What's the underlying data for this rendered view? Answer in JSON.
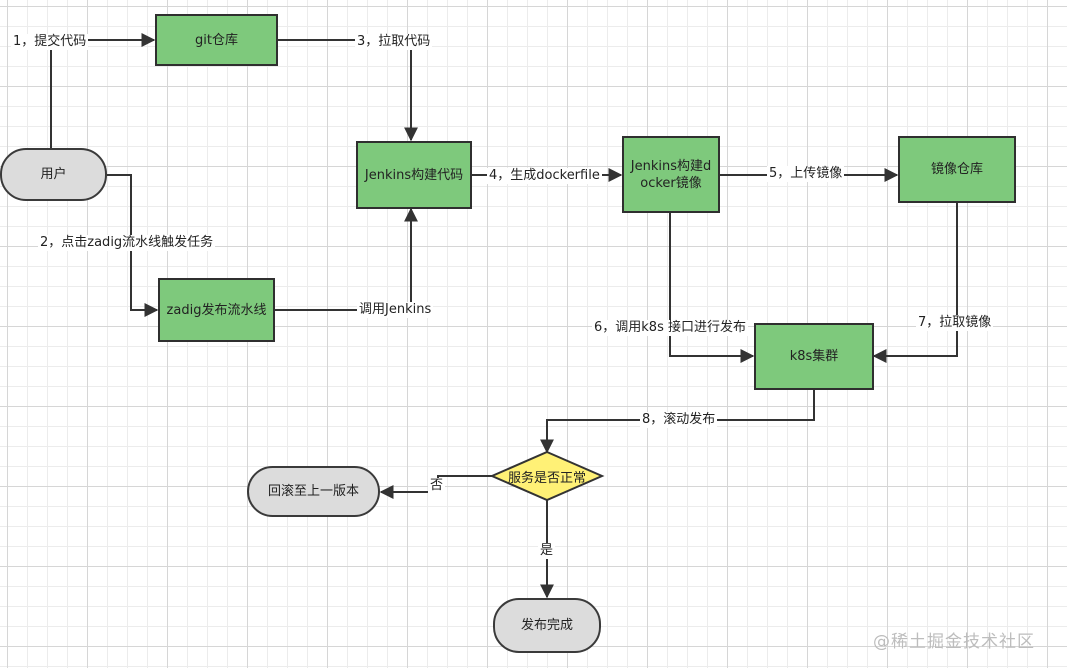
{
  "nodes": {
    "git_repo": "git仓库",
    "user": "用户",
    "jenkins_build_code": "Jenkins构建代码",
    "jenkins_build_image": "Jenkins构建docker镜像",
    "image_repo": "镜像仓库",
    "zadig_pipeline": "zadig发布流水线",
    "k8s_cluster": "k8s集群",
    "check_service": "服务是否正常",
    "rollback": "回滚至上一版本",
    "release_done": "发布完成"
  },
  "edge_labels": {
    "step1": "1，提交代码",
    "step2": "2，点击zadig流水线触发任务",
    "step3": "3，拉取代码",
    "step4": "4，生成dockerfile",
    "step5": "5，上传镜像",
    "step6": "6，调用k8s 接口进行发布",
    "step7": "7，拉取镜像",
    "step8": "8，滚动发布",
    "call_jenkins": "调用Jenkins",
    "no": "否",
    "yes": "是"
  },
  "watermark": "@稀土掘金技术社区",
  "colors": {
    "process_fill": "#7ec97c",
    "terminal_fill": "#dcdcdc",
    "decision_fill": "#fff176",
    "line": "#333333"
  }
}
